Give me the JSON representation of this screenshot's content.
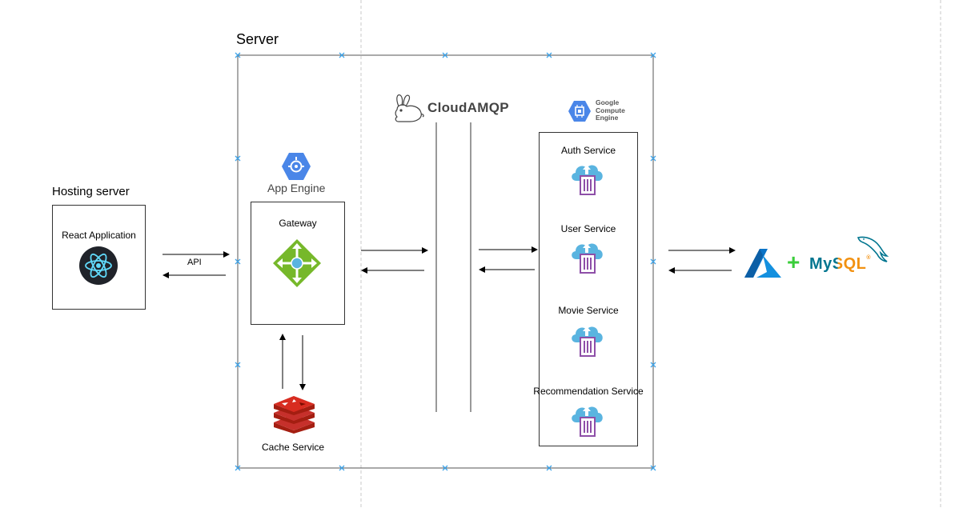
{
  "server": {
    "title": "Server"
  },
  "hosting": {
    "title": "Hosting server",
    "app_label": "React Application"
  },
  "api": {
    "label": "API"
  },
  "app_engine": {
    "label": "App Engine"
  },
  "gateway": {
    "label": "Gateway"
  },
  "cache": {
    "label": "Cache Service"
  },
  "cloudamqp": {
    "label": "CloudAMQP"
  },
  "gce": {
    "line1": "Google",
    "line2": "Compute",
    "line3": "Engine"
  },
  "services": [
    {
      "label": "Auth Service"
    },
    {
      "label": "User Service"
    },
    {
      "label": "Movie Service"
    },
    {
      "label": "Recommendation Service"
    }
  ],
  "database": {
    "plus": "+",
    "mysql": "MySQL",
    "registered": "®"
  },
  "colors": {
    "google_blue": "#4a86e8",
    "gateway_green": "#76b82a",
    "redis_red": "#c6302b",
    "service_cloud": "#5ab4e0",
    "service_container": "#8e4fa8",
    "azure_blue": "#0a74c8",
    "plus_green": "#3acd3a",
    "mysql_blue": "#00758f",
    "mysql_orange": "#f29111",
    "react_bg": "#20232a",
    "react_cyan": "#61dafb",
    "selection_marker": "#3ea4ea"
  }
}
